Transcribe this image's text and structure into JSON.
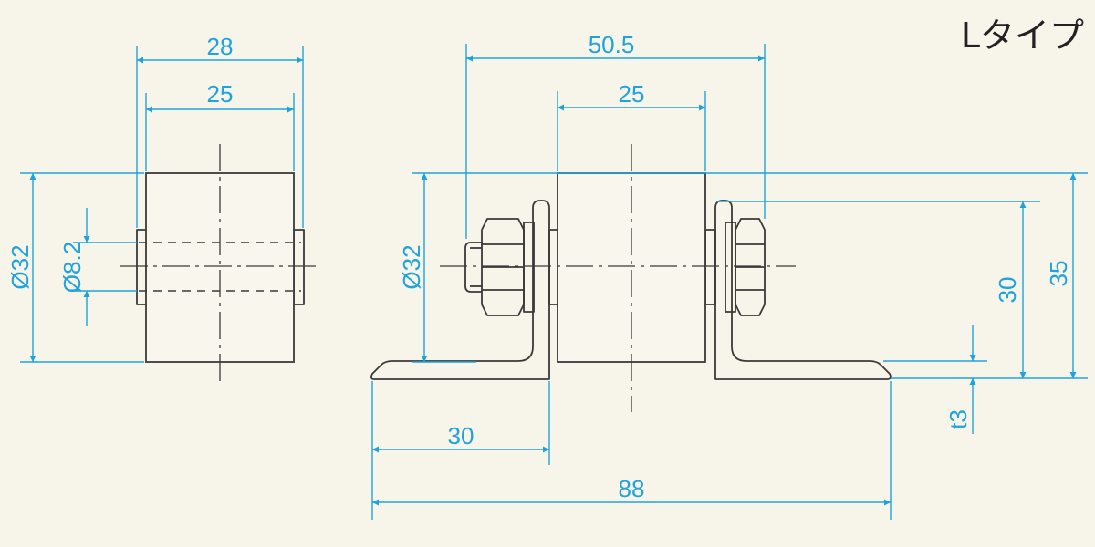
{
  "title": "Lタイプ",
  "side_view": {
    "width_outer": "28",
    "width_roller": "25",
    "diameter": "Ø32",
    "bore_diameter": "Ø8.2"
  },
  "front_view": {
    "overall_bolt": "50.5",
    "roller_width": "25",
    "diameter": "Ø32",
    "bracket_height": "30",
    "overall_height": "35",
    "thickness": "t3",
    "flange_length": "30",
    "overall_length": "88"
  },
  "colors": {
    "background": "#f7f4ea",
    "dimension": "#1fa3dc",
    "outline": "#3a3a3a"
  }
}
